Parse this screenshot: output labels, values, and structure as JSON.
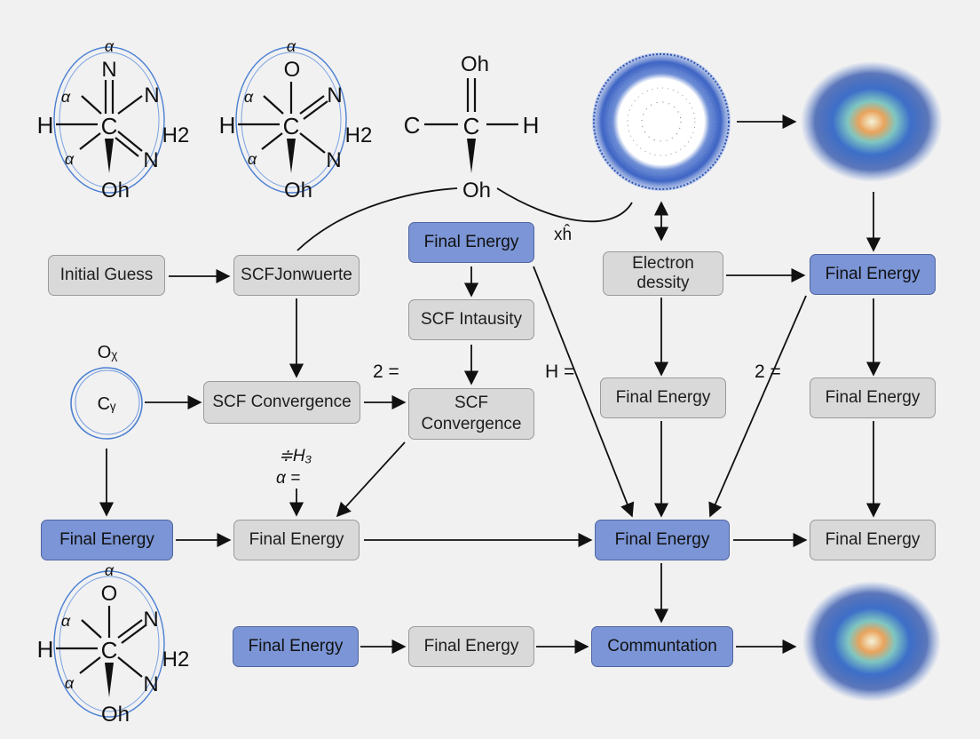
{
  "colors": {
    "blue_node": "#7b95d6",
    "gray_node": "#d9d9da",
    "orbit": "#4a7fd0"
  },
  "molecules": {
    "m1": {
      "top": "N",
      "top_greek": "α",
      "left": "H",
      "right": "H2",
      "right_top": "N",
      "right_bottom": "N",
      "center": "C",
      "bottom": "Oh",
      "side_greek": "α"
    },
    "m2": {
      "top": "O",
      "top_greek": "α",
      "left": "H",
      "right": "H2",
      "right_top": "N",
      "right_bottom": "N",
      "center": "C",
      "bottom": "Oh",
      "side_greek": "α"
    },
    "m3": {
      "top": "Oh",
      "left": "C",
      "center": "C",
      "right": "H",
      "bottom": "Oh"
    },
    "m4": {
      "top": "O",
      "top_greek": "α",
      "left": "H",
      "right": "H2",
      "right_top": "N",
      "right_bottom": "N",
      "center": "C",
      "bottom": "Oh",
      "side_greek": "α"
    },
    "ring": {
      "top": "Oᵪ",
      "center": "Cᵧ"
    }
  },
  "nodes": {
    "initial_guess": "Initial Guess",
    "scf_jonwuerte": "SCFJonwuerte",
    "final_energy_top": "Final Energy",
    "scf_intausity": "SCF Intausity",
    "electron_density": "Electron\ndessity",
    "final_energy_right_top": "Final Energy",
    "scf_convergence_left": "SCF Convergence",
    "scf_convergence_mid": "SCF\nConvergence",
    "final_energy_mid_center": "Final Energy",
    "final_energy_mid_right": "Final Energy",
    "final_energy_row4_a": "Final Energy",
    "final_energy_row4_b": "Final Energy",
    "final_energy_row4_c": "Final Energy",
    "final_energy_row4_d": "Final Energy",
    "final_energy_row5_a": "Final Energy",
    "final_energy_row5_b": "Final Energy",
    "communtation": "Communtation"
  },
  "annotations": {
    "xh": "xĥ",
    "two_eq_a": "2 =",
    "h_eq": "H =",
    "two_eq_b": "2 =",
    "h3": "≑H₃",
    "alpha_eq": "α ="
  }
}
